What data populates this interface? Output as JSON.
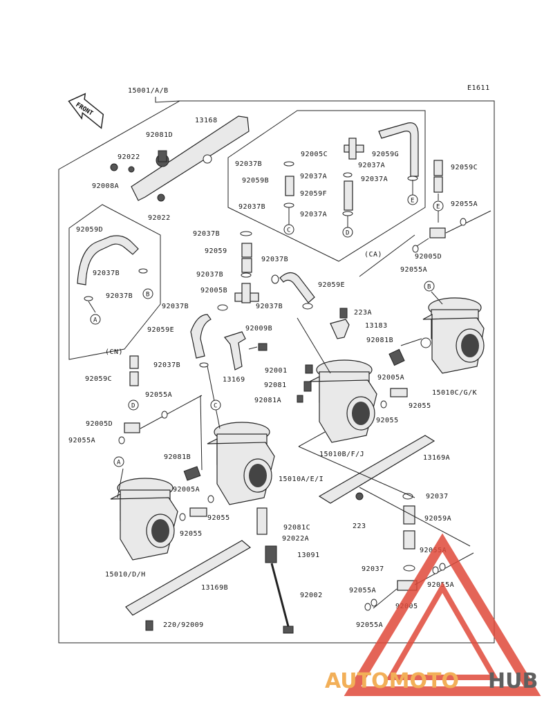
{
  "diagram_code": "E1611",
  "front_label": "FRONT",
  "group_labels": {
    "ca": "(CA)",
    "cn": "(CN)"
  },
  "part_labels": [
    {
      "id": "p1",
      "text": "15001/A/B"
    },
    {
      "id": "p2",
      "text": "13168"
    },
    {
      "id": "p3",
      "text": "92081D"
    },
    {
      "id": "p4",
      "text": "92022"
    },
    {
      "id": "p5",
      "text": "92008A"
    },
    {
      "id": "p6",
      "text": "92022"
    },
    {
      "id": "p7",
      "text": "92005C"
    },
    {
      "id": "p8",
      "text": "92059G"
    },
    {
      "id": "p9",
      "text": "92037A"
    },
    {
      "id": "p10",
      "text": "92037B"
    },
    {
      "id": "p11",
      "text": "92037A"
    },
    {
      "id": "p12",
      "text": "92059B"
    },
    {
      "id": "p13",
      "text": "92059F"
    },
    {
      "id": "p14",
      "text": "92037A"
    },
    {
      "id": "p15",
      "text": "92037B"
    },
    {
      "id": "p16",
      "text": "92037A"
    },
    {
      "id": "p17",
      "text": "92059C"
    },
    {
      "id": "p18",
      "text": "92055A"
    },
    {
      "id": "p19",
      "text": "92005D"
    },
    {
      "id": "p20",
      "text": "92055A"
    },
    {
      "id": "p21",
      "text": "92059D"
    },
    {
      "id": "p22",
      "text": "92037B"
    },
    {
      "id": "p23",
      "text": "92037B"
    },
    {
      "id": "p24",
      "text": "92037B"
    },
    {
      "id": "p25",
      "text": "92059"
    },
    {
      "id": "p26",
      "text": "92037B"
    },
    {
      "id": "p27",
      "text": "92037B"
    },
    {
      "id": "p28",
      "text": "92005B"
    },
    {
      "id": "p29",
      "text": "92059E"
    },
    {
      "id": "p30",
      "text": "92037B"
    },
    {
      "id": "p31",
      "text": "92037B"
    },
    {
      "id": "p32",
      "text": "223A"
    },
    {
      "id": "p33",
      "text": "13183"
    },
    {
      "id": "p34",
      "text": "92009B"
    },
    {
      "id": "p35",
      "text": "92059E"
    },
    {
      "id": "p36",
      "text": "92081B"
    },
    {
      "id": "p37",
      "text": "92037B"
    },
    {
      "id": "p38",
      "text": "92001"
    },
    {
      "id": "p39",
      "text": "13169"
    },
    {
      "id": "p40",
      "text": "92081"
    },
    {
      "id": "p41",
      "text": "92005A"
    },
    {
      "id": "p42",
      "text": "92081A"
    },
    {
      "id": "p43",
      "text": "15010C/G/K"
    },
    {
      "id": "p44",
      "text": "92055"
    },
    {
      "id": "p45",
      "text": "92059C"
    },
    {
      "id": "p46",
      "text": "92055A"
    },
    {
      "id": "p47",
      "text": "92055"
    },
    {
      "id": "p48",
      "text": "92005D"
    },
    {
      "id": "p49",
      "text": "15010B/F/J"
    },
    {
      "id": "p50",
      "text": "13169A"
    },
    {
      "id": "p51",
      "text": "92055A"
    },
    {
      "id": "p52",
      "text": "92081B"
    },
    {
      "id": "p53",
      "text": "15010A/E/I"
    },
    {
      "id": "p54",
      "text": "92005A"
    },
    {
      "id": "p55",
      "text": "92055"
    },
    {
      "id": "p56",
      "text": "92037"
    },
    {
      "id": "p57",
      "text": "92055"
    },
    {
      "id": "p58",
      "text": "223"
    },
    {
      "id": "p59",
      "text": "92059A"
    },
    {
      "id": "p60",
      "text": "92081C"
    },
    {
      "id": "p61",
      "text": "92022A"
    },
    {
      "id": "p62",
      "text": "92055A"
    },
    {
      "id": "p63",
      "text": "15010/D/H"
    },
    {
      "id": "p64",
      "text": "13091"
    },
    {
      "id": "p65",
      "text": "92037"
    },
    {
      "id": "p66",
      "text": "92055A"
    },
    {
      "id": "p67",
      "text": "13169B"
    },
    {
      "id": "p68",
      "text": "92002"
    },
    {
      "id": "p69",
      "text": "92055A"
    },
    {
      "id": "p70",
      "text": "92005"
    },
    {
      "id": "p71",
      "text": "92055A"
    },
    {
      "id": "p72",
      "text": "220/92009"
    }
  ],
  "callouts": [
    "A",
    "B",
    "C",
    "D",
    "E",
    "B",
    "C",
    "D",
    "E",
    "A"
  ],
  "watermark": {
    "part1": "AUTOMOTO",
    "part2": "HUB"
  },
  "colors": {
    "watermark_orange": "#f0a23c",
    "watermark_red": "#e04a3a",
    "watermark_dark": "#444444"
  }
}
